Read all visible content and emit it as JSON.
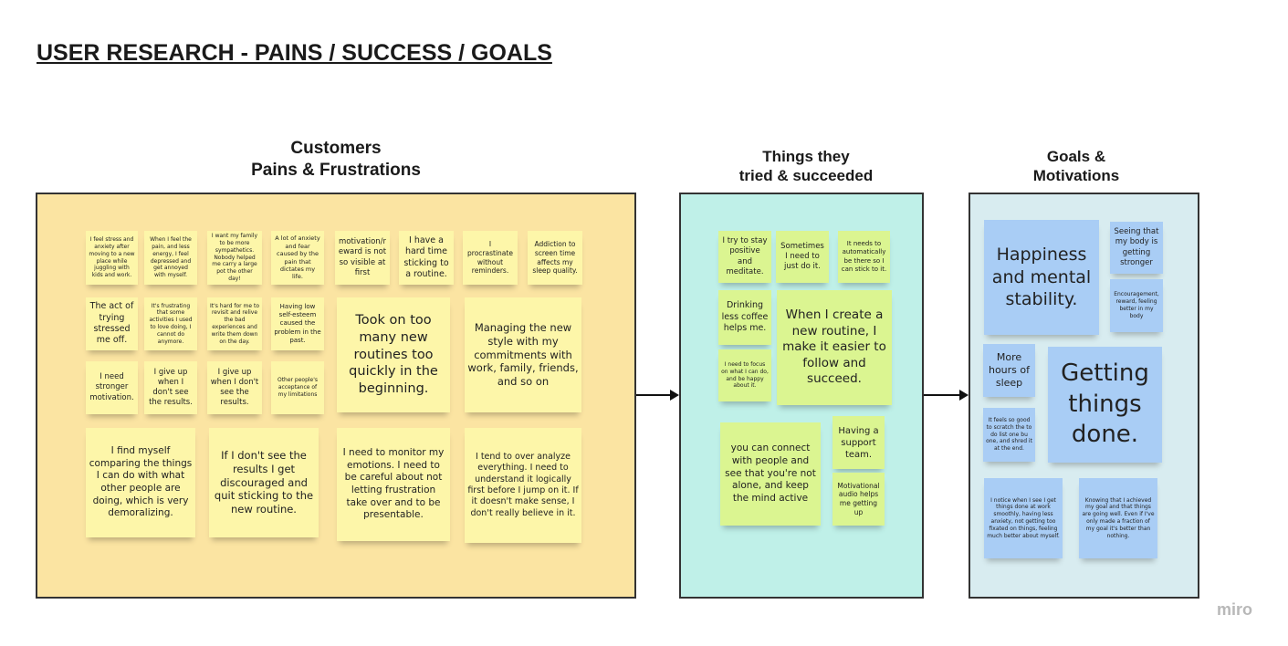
{
  "title": "USER RESEARCH - PAINS / SUCCESS / GOALS",
  "sections": {
    "pains": {
      "line1": "Customers",
      "line2": "Pains & Frustrations"
    },
    "tried": {
      "line1": "Things they",
      "line2": "tried & succeeded"
    },
    "goals": {
      "line1": "Goals &",
      "line2": "Motivations"
    }
  },
  "pains_notes": [
    "I feel stress and anxiety after moving to a new place while juggling with kids and work.",
    "When I feel the pain, and less energy, I feel depressed and get annoyed with myself.",
    "I want my family to be more sympathetics. Nobody helped me carry a large pot the other day!",
    "A lot of anxiety and fear caused by the pain that dictates my life.",
    "motivation/reward is not so visible at first",
    "I have a hard time sticking to a routine.",
    "I procrastinate without reminders.",
    "Addiction to screen time affects my sleep quality.",
    "The act of trying stressed me off.",
    "It's frustrating that some activities I used to love doing, I cannot do anymore.",
    "It's hard for me to revisit and relive the bad experiences and write them down on the day.",
    "Having low self-esteem caused the problem in the past.",
    "Took on too many new routines too quickly in the beginning.",
    "Managing the new style with my commitments with work, family, friends, and so on",
    "I need stronger motivation.",
    "I give up when I don't see the results.",
    "I give up when I don't see the results.",
    "Other people's acceptance of my limitations",
    "I find myself comparing the things I can do with what other people are doing, which is very demoralizing.",
    "If I don't see the results I get discouraged and quit sticking to the new routine.",
    "I need to monitor my emotions. I need to be careful about not letting frustration take over and to be presentable.",
    "I tend to over analyze everything. I need to understand it logically first before I jump on it. If it doesn't make sense, I don't really believe in it."
  ],
  "tried_notes": [
    "I try to stay positive and meditate.",
    "Sometimes I need to just do it.",
    "It needs to automatically be there so I can stick to it.",
    "Drinking less coffee helps me.",
    "I need to focus on what I can do, and be happy about it.",
    "When I create a new routine, I make it easier to follow and succeed.",
    "you can connect with people and see that you're not alone, and keep the mind active",
    "Having a support team.",
    "Motivational audio helps me getting up"
  ],
  "goals_notes": [
    "Happiness and mental stability.",
    "Seeing that my body is getting stronger",
    "Encouragement, reward, feeling better in my body",
    "More hours of sleep",
    "Getting things done.",
    "It feels so good to scratch the to do list one bu one, and shred it at the end.",
    "I notice when I see I get things done at work smoothly, having less anxiety, not getting too fixated on things, feeling much better about myself.",
    "Knowing that I achieved my goal and that things are going well. Even if I've only made a fraction of my goal it's better than nothing."
  ],
  "logo": "miro",
  "colors": {
    "pains_bg": "#fbe4a2",
    "tried_bg": "#bff0e8",
    "goals_bg": "#d8ecf0",
    "yellow_note": "#fdf6a9",
    "green_note": "#dbf591",
    "blue_note": "#a9cdf5"
  }
}
